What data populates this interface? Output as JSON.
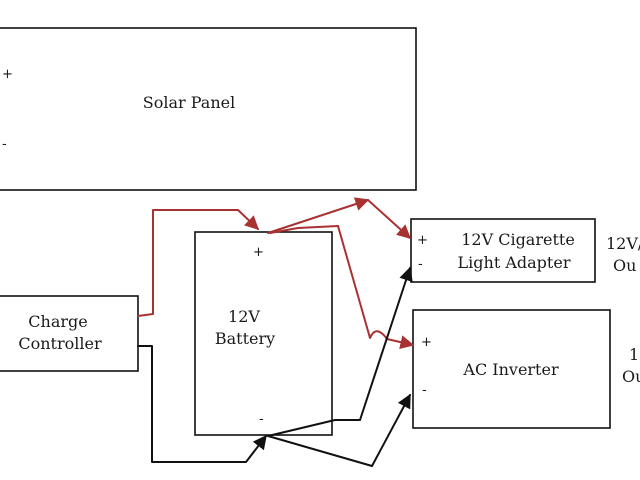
{
  "components": {
    "solar_panel": {
      "label": "Solar Panel",
      "plus": "+",
      "minus": "-"
    },
    "charge_controller": {
      "line1": "Charge",
      "line2": "Controller"
    },
    "battery": {
      "line1": "12V",
      "line2": "Battery",
      "plus": "+",
      "minus": "-"
    },
    "cig_adapter": {
      "line1": "12V Cigarette",
      "line2": "Light Adapter",
      "plus": "+",
      "minus": "-"
    },
    "inverter": {
      "label": "AC Inverter",
      "plus": "+",
      "minus": "-"
    },
    "output_dc": {
      "line1": "12V/",
      "line2": "Ou"
    },
    "output_ac": {
      "line1": "1",
      "line2": "Ou"
    }
  },
  "colors": {
    "positive_wire": "#a83232",
    "negative_wire": "#111111",
    "box_stroke": "#111111"
  }
}
